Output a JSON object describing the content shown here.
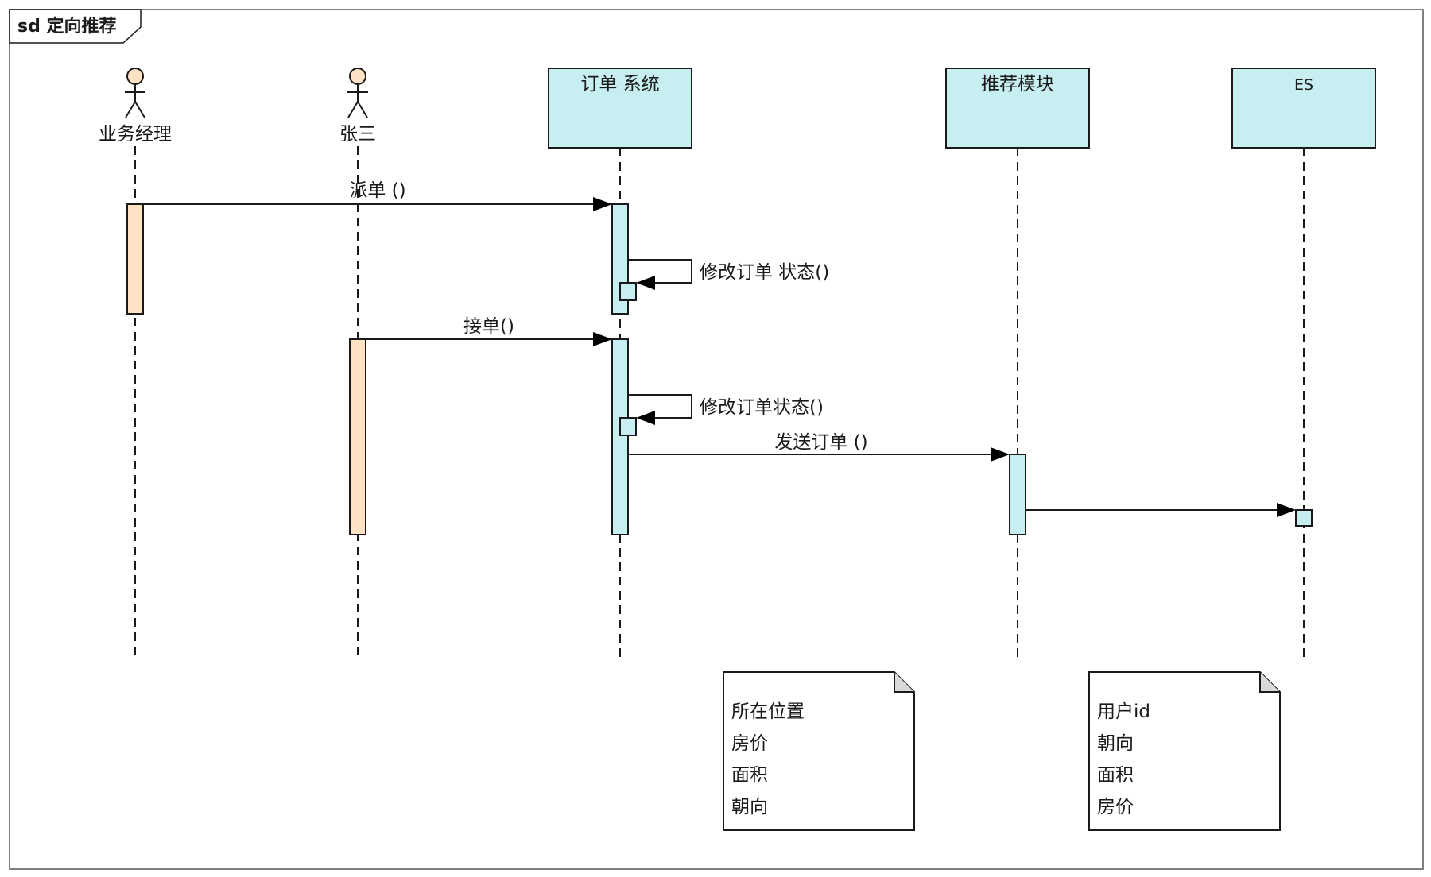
{
  "frame": {
    "title": "sd 定向推荐"
  },
  "participants": {
    "manager": {
      "label": "业务经理",
      "kind": "actor"
    },
    "zhangsan": {
      "label": "张三",
      "kind": "actor"
    },
    "order_system": {
      "label": "订单 系统",
      "kind": "lifeline"
    },
    "recommend_module": {
      "label": "推荐模块",
      "kind": "lifeline"
    },
    "es": {
      "label": "ES",
      "kind": "lifeline"
    }
  },
  "messages": {
    "dispatch": "派单 ()",
    "modify_status_1": "修改订单 状态()",
    "accept": "接单()",
    "modify_status_2": "修改订单状态()",
    "send_order": "发送订单 ()",
    "to_es": ""
  },
  "notes": {
    "left": {
      "lines": [
        "所在位置",
        "房价",
        "面积",
        "朝向"
      ]
    },
    "right": {
      "lines": [
        "用户id",
        "朝向",
        "面积",
        "房价"
      ]
    }
  },
  "colors": {
    "lifeline_fill": "#c7eef0",
    "actor_activation_fill": "#fde3c3",
    "line": "#1a1a1a"
  }
}
